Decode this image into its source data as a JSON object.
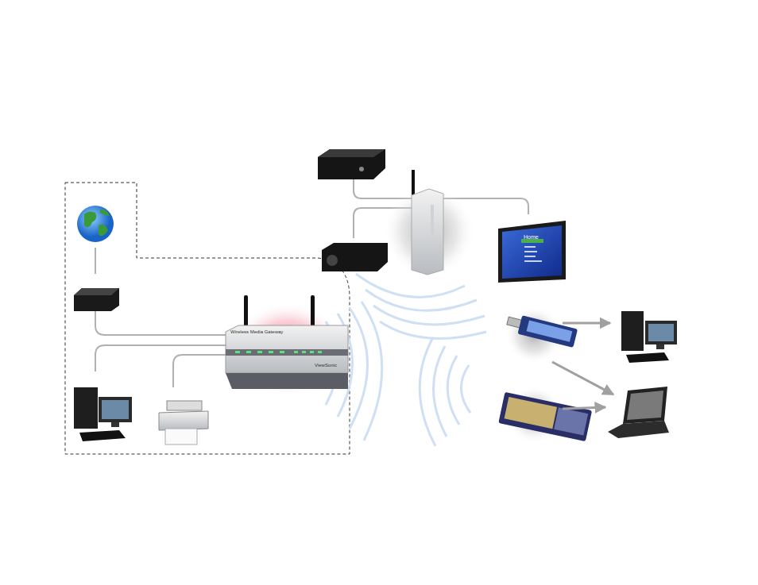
{
  "diagram": {
    "labels": [
      "Wireless Media Gateway",
      "ViewSonic",
      "Home"
    ]
  }
}
